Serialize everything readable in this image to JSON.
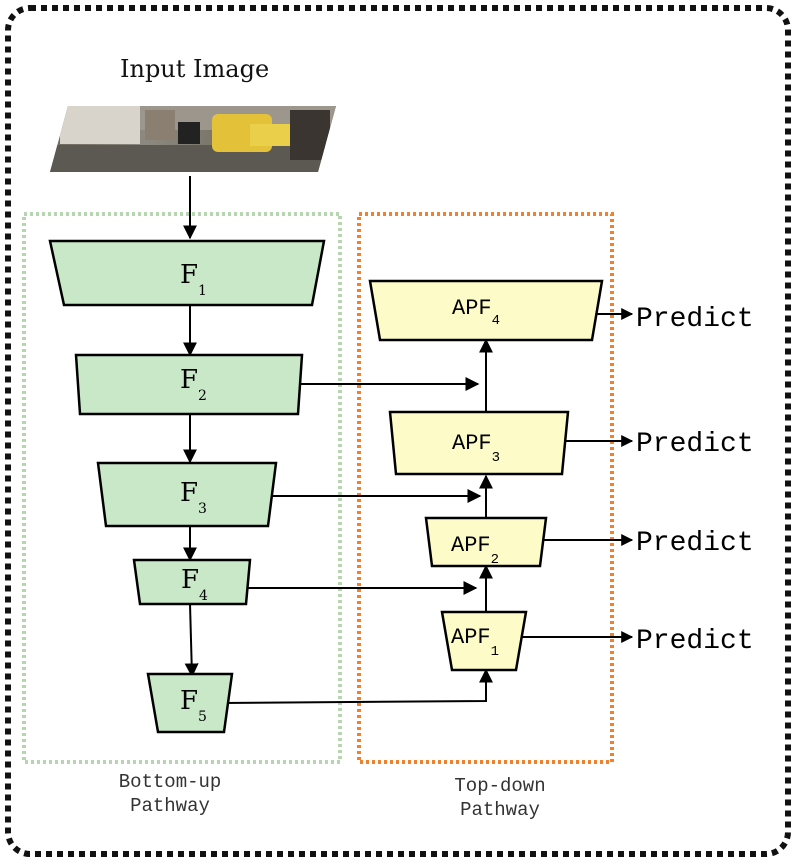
{
  "input_label": "Input Image",
  "bottom_up": {
    "label_line1": "Bottom-up",
    "label_line2": "Pathway",
    "blocks": [
      {
        "name": "F",
        "sub": "1"
      },
      {
        "name": "F",
        "sub": "2"
      },
      {
        "name": "F",
        "sub": "3"
      },
      {
        "name": "F",
        "sub": "4"
      },
      {
        "name": "F",
        "sub": "5"
      }
    ]
  },
  "top_down": {
    "label_line1": "Top-down",
    "label_line2": "Pathway",
    "blocks": [
      {
        "name": "APF",
        "sub": "4"
      },
      {
        "name": "APF",
        "sub": "3"
      },
      {
        "name": "APF",
        "sub": "2"
      },
      {
        "name": "APF",
        "sub": "1"
      }
    ]
  },
  "predict_label": "Predict",
  "colors": {
    "bottom_fill": "#c8e8c8",
    "top_fill": "#fdfcc8",
    "bottom_border": "#b5d6ae",
    "top_border": "#f0822e",
    "outer_border": "#111111"
  }
}
